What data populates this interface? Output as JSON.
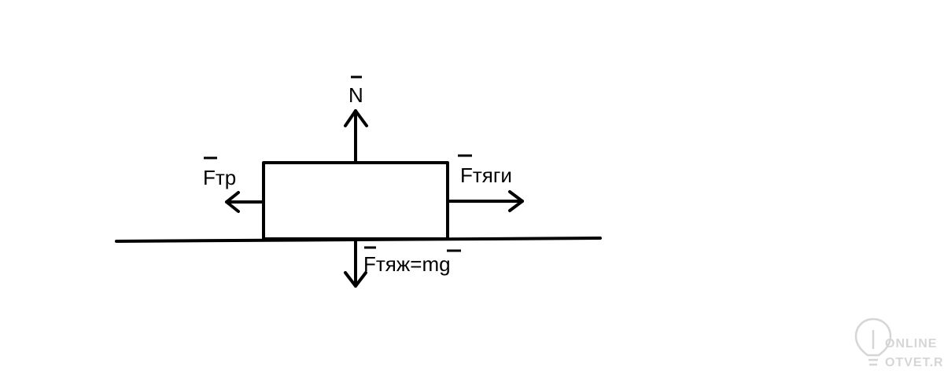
{
  "labels": {
    "normal": "N",
    "friction": "Fтр",
    "traction": "Fтяги",
    "gravity": "Fтяж=mg"
  },
  "watermark": {
    "line1": "ONLINE",
    "line2": "OTVET.RU"
  },
  "colors": {
    "ink": "#000000",
    "background": "#ffffff",
    "watermark": "#d6d6d6"
  }
}
